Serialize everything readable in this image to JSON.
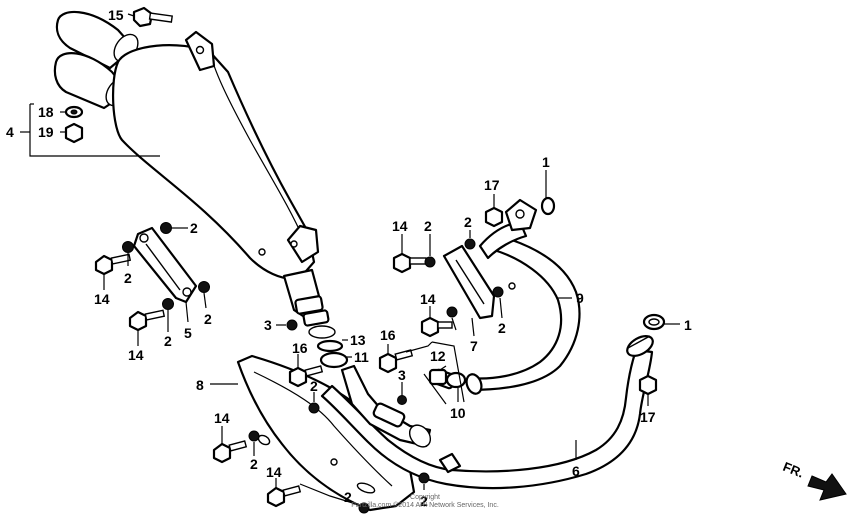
{
  "labels": {
    "l15": "15",
    "l18": "18",
    "l4": "4",
    "l19": "19",
    "l2a": "2",
    "l14a": "14",
    "l2b": "2",
    "l2c": "2",
    "l5": "5",
    "l14b": "14",
    "l2d": "2",
    "l3a": "3",
    "l13": "13",
    "l11": "11",
    "l16a": "16",
    "l8": "8",
    "l2e": "2",
    "l14c": "14",
    "l2f": "2",
    "l14d": "14",
    "l2g": "2",
    "l2h": "2",
    "l14e": "14",
    "l2i": "2",
    "l2j": "2",
    "l17a": "17",
    "l1a": "1",
    "l9": "9",
    "l2k": "2",
    "l7": "7",
    "l14f": "14",
    "l16b": "16",
    "l12": "12",
    "l3b": "3",
    "l10": "10",
    "l1b": "1",
    "l17b": "17",
    "l6": "6",
    "fr": "FR."
  },
  "copyright": {
    "line1": "Copyright",
    "line2": "Partzilla.com ©2014 ARI Network Services, Inc."
  }
}
